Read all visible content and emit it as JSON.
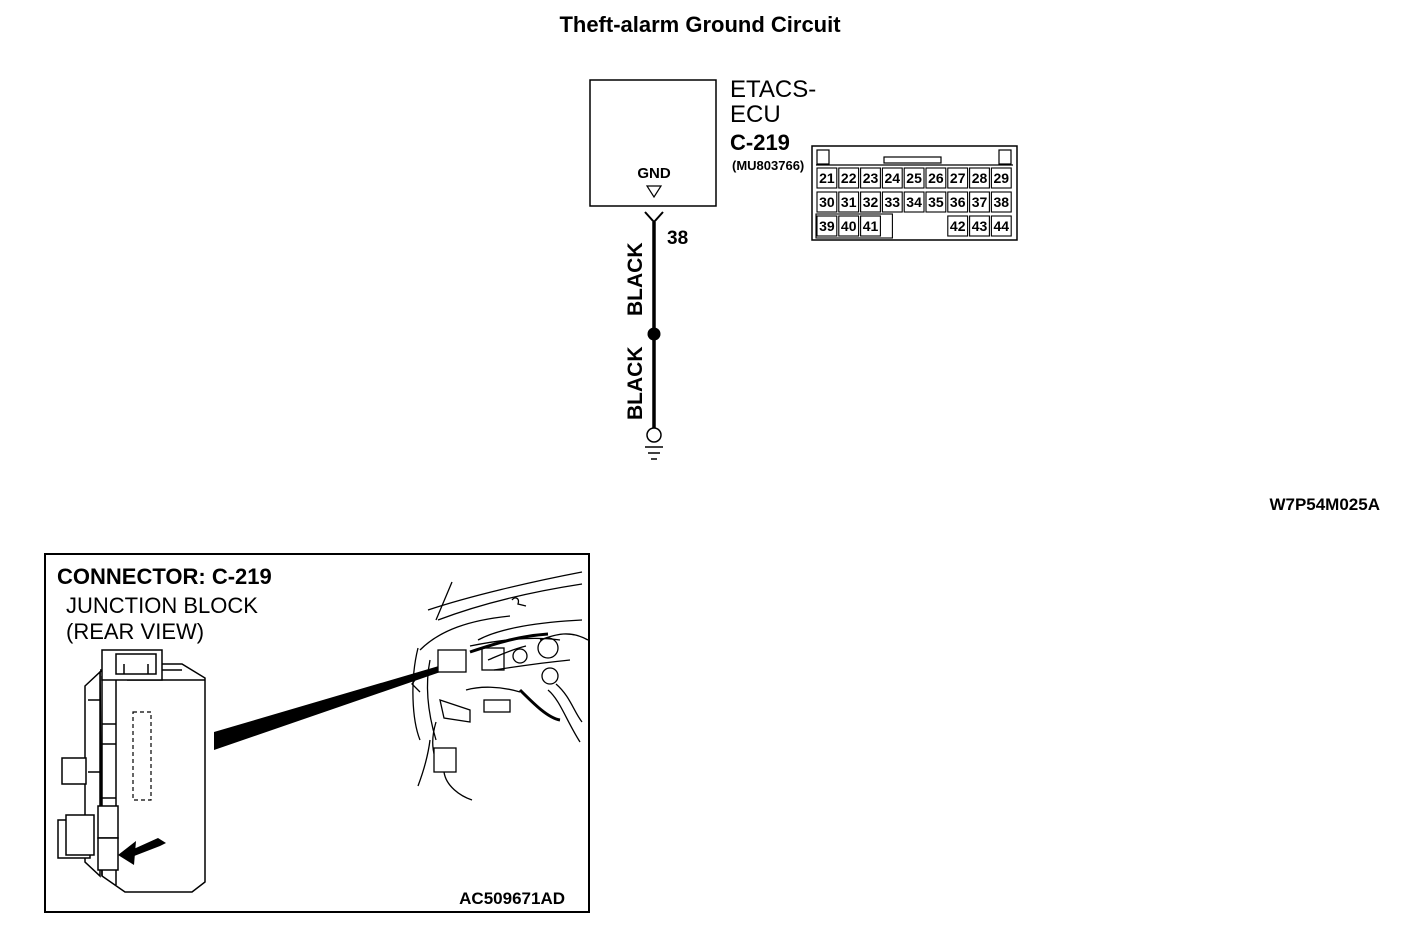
{
  "title": "Theft-alarm Ground Circuit",
  "ecu": {
    "name_line1": "ETACS-",
    "name_line2": "ECU",
    "connector": "C-219",
    "part_number": "(MU803766)",
    "terminal_label": "GND"
  },
  "wire": {
    "pin": "38",
    "color_upper": "BLACK",
    "color_lower": "BLACK"
  },
  "connector_pins": {
    "row1": [
      "21",
      "22",
      "23",
      "24",
      "25",
      "26",
      "27",
      "28",
      "29"
    ],
    "row2": [
      "30",
      "31",
      "32",
      "33",
      "34",
      "35",
      "36",
      "37",
      "38"
    ],
    "row3_left": [
      "39",
      "40",
      "41"
    ],
    "row3_right": [
      "42",
      "43",
      "44"
    ]
  },
  "figure_code": "W7P54M025A",
  "location_box": {
    "heading": "CONNECTOR: C-219",
    "line1": "JUNCTION BLOCK",
    "line2": "(REAR VIEW)",
    "ref_code": "AC509671AD"
  }
}
